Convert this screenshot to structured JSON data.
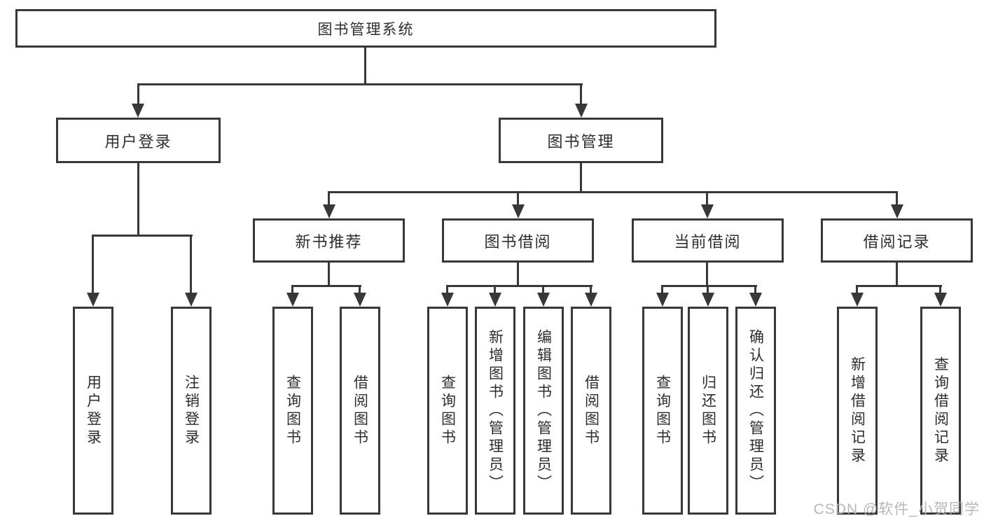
{
  "diagram": {
    "root": {
      "label": "图书管理系统"
    },
    "branches": [
      {
        "label": "用户登录",
        "children": [
          {
            "label": "用户登录"
          },
          {
            "label": "注销登录"
          }
        ]
      },
      {
        "label": "图书管理",
        "groups": [
          {
            "label": "新书推荐",
            "children": [
              {
                "label": "查询图书"
              },
              {
                "label": "借阅图书"
              }
            ]
          },
          {
            "label": "图书借阅",
            "children": [
              {
                "label": "查询图书"
              },
              {
                "label": "新增图书（管理员）"
              },
              {
                "label": "编辑图书（管理员）"
              },
              {
                "label": "借阅图书"
              }
            ]
          },
          {
            "label": "当前借阅",
            "children": [
              {
                "label": "查询图书"
              },
              {
                "label": "归还图书"
              },
              {
                "label": "确认归还（管理员）"
              }
            ]
          },
          {
            "label": "借阅记录",
            "children": [
              {
                "label": "新增借阅记录"
              },
              {
                "label": "查询借阅记录"
              }
            ]
          }
        ]
      }
    ]
  },
  "watermark": {
    "text": "CSDN @软件_小贺同学"
  },
  "colors": {
    "line": "#383838",
    "text": "#2d2d2d",
    "background": "#ffffff",
    "watermark": "#b2b2b2"
  }
}
